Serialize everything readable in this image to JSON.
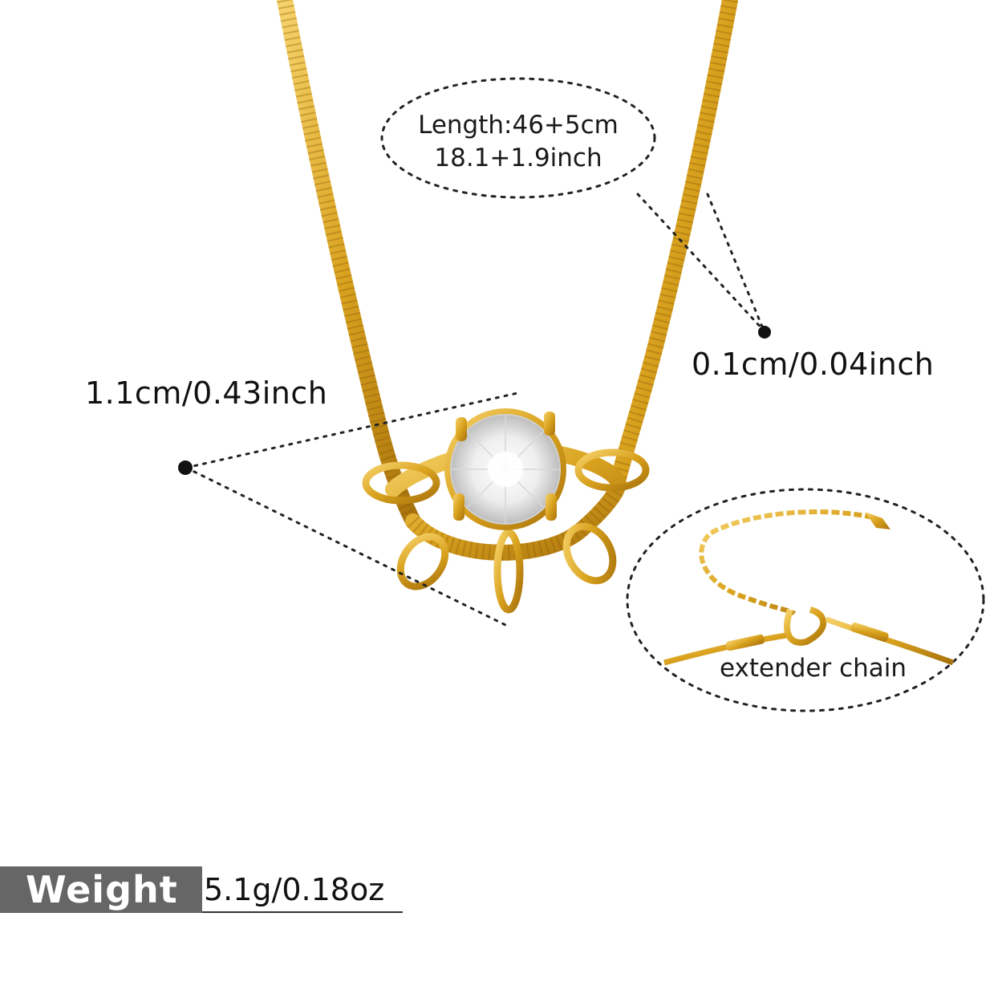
{
  "length": {
    "metric": "Length:46+5cm",
    "imperial": "18.1+1.9inch"
  },
  "chain_thickness": "0.1cm/0.04inch",
  "pendant_size": "1.1cm/0.43inch",
  "extender": "extender chain",
  "weight": {
    "title": "Weight",
    "value": "5.1g/0.18oz"
  },
  "colors": {
    "gold": "#d9a21e",
    "gold_dark": "#9a6a0a",
    "label_box": "#666666"
  }
}
